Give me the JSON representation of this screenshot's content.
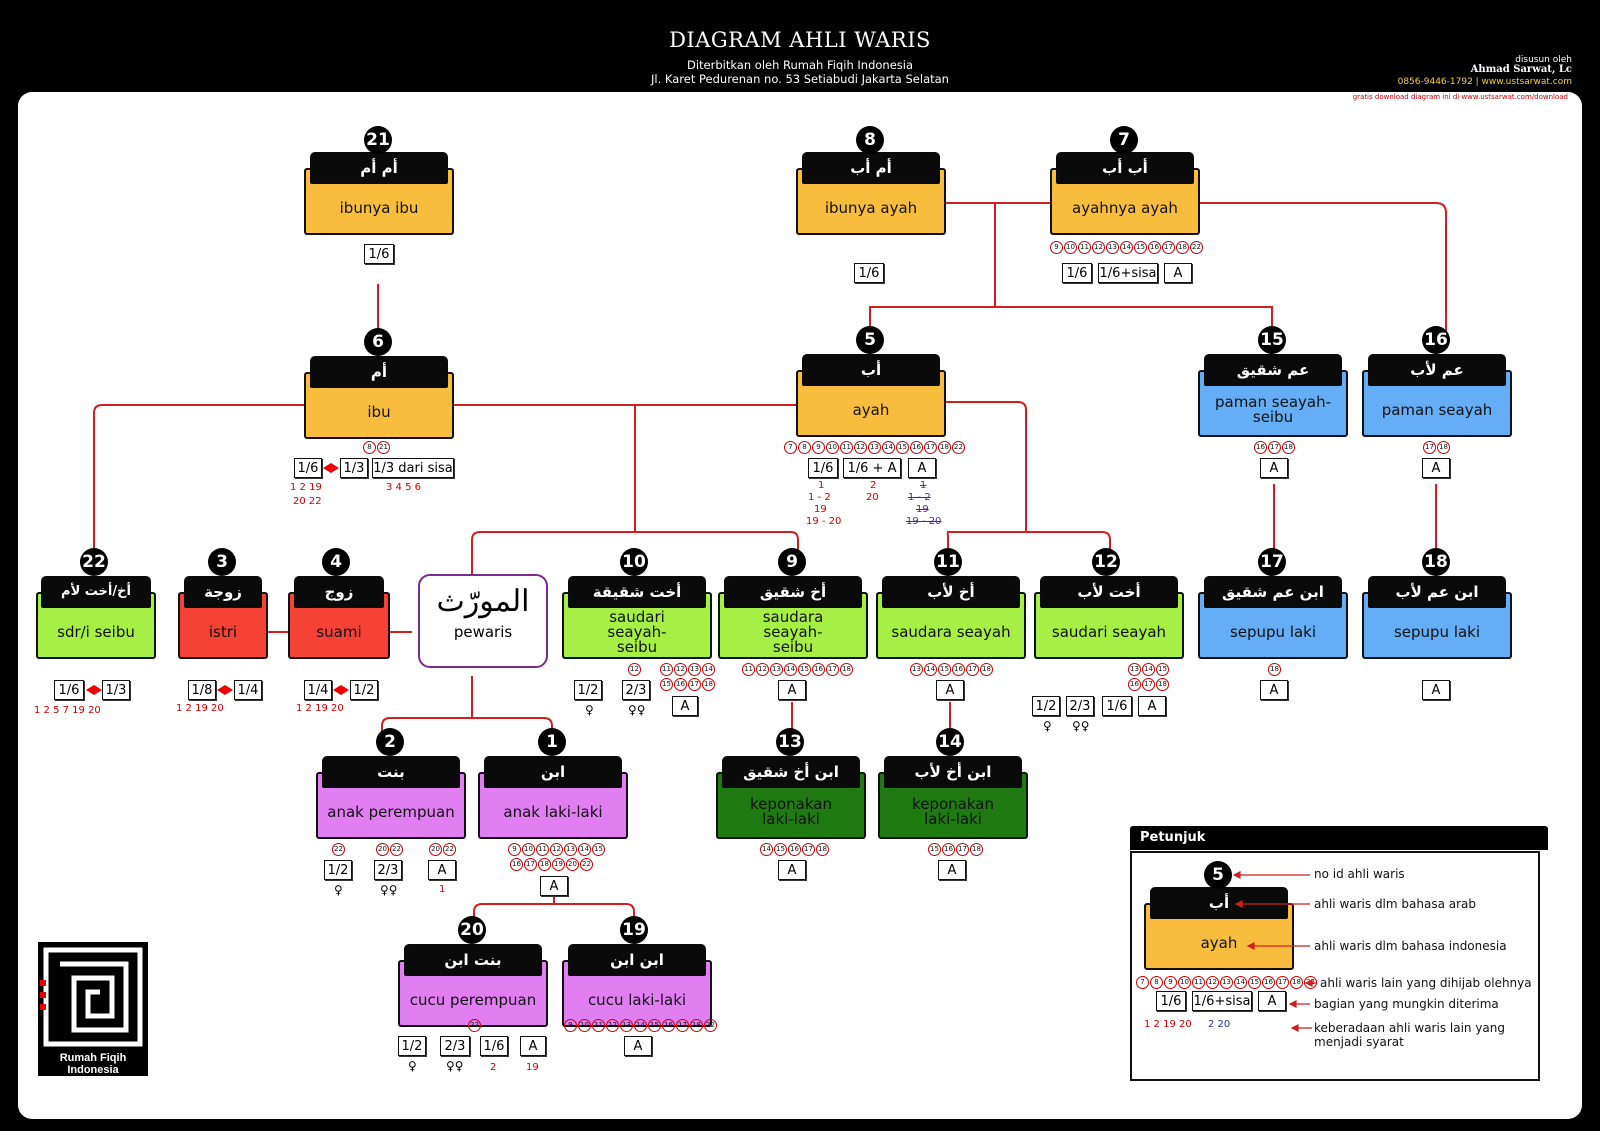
{
  "header": {
    "title": "DIAGRAM AHLI WARIS",
    "publisher": "Diterbitkan oleh  Rumah Fiqih Indonesia",
    "address": "Jl. Karet Pedurenan no. 53 Setiabudi Jakarta Selatan",
    "compiled_by": "disusun oleh",
    "author": "Ahmad Sarwat, Lc",
    "contact": "0856-9446-1792 | www.ustsarwat.com",
    "download": "gratis download diagram ini di www.ustsarwat.com/download"
  },
  "colors": {
    "orange": "#f9bd3d",
    "blue": "#64aef7",
    "green": "#a6ef45",
    "red": "#f54236",
    "violet": "#e07ef2",
    "dark_green": "#1f7a12",
    "line": "#d11f1f"
  },
  "center": {
    "arabic": "المورّث",
    "label": "pewaris"
  },
  "heirs": [
    {
      "id": "21",
      "arabic": "أم أم",
      "label": "ibunya ibu",
      "color": "orange"
    },
    {
      "id": "8",
      "arabic": "أم أب",
      "label": "ibunya ayah",
      "color": "orange"
    },
    {
      "id": "7",
      "arabic": "أب أب",
      "label": "ayahnya ayah",
      "color": "orange"
    },
    {
      "id": "6",
      "arabic": "أم",
      "label": "ibu",
      "color": "orange"
    },
    {
      "id": "5",
      "arabic": "أب",
      "label": "ayah",
      "color": "orange"
    },
    {
      "id": "15",
      "arabic": "عم شقيق",
      "label": "paman seayah-seibu",
      "color": "blue"
    },
    {
      "id": "16",
      "arabic": "عم لأب",
      "label": "paman seayah",
      "color": "blue"
    },
    {
      "id": "22",
      "arabic": "أخ/أخت لأم",
      "label": "sdr/i seibu",
      "color": "green"
    },
    {
      "id": "3",
      "arabic": "زوجة",
      "label": "istri",
      "color": "red"
    },
    {
      "id": "4",
      "arabic": "زوج",
      "label": "suami",
      "color": "red"
    },
    {
      "id": "10",
      "arabic": "أخت شقيقة",
      "label": "saudari seayah-seibu",
      "color": "green"
    },
    {
      "id": "9",
      "arabic": "أخ شقيق",
      "label": "saudara seayah-seibu",
      "color": "green"
    },
    {
      "id": "11",
      "arabic": "أخ لأب",
      "label": "saudara seayah",
      "color": "green"
    },
    {
      "id": "12",
      "arabic": "أخت لأب",
      "label": "saudari seayah",
      "color": "green"
    },
    {
      "id": "17",
      "arabic": "ابن عم شقيق",
      "label": "sepupu laki",
      "color": "blue"
    },
    {
      "id": "18",
      "arabic": "ابن عم لأب",
      "label": "sepupu laki",
      "color": "blue"
    },
    {
      "id": "2",
      "arabic": "بنت",
      "label": "anak perempuan",
      "color": "violet"
    },
    {
      "id": "1",
      "arabic": "ابن",
      "label": "anak laki-laki",
      "color": "violet"
    },
    {
      "id": "13",
      "arabic": "ابن أخ شقيق",
      "label": "keponakan laki-laki",
      "color": "dark_green"
    },
    {
      "id": "14",
      "arabic": "ابن أخ لأب",
      "label": "keponakan laki-laki",
      "color": "dark_green"
    },
    {
      "id": "20",
      "arabic": "بنت ابن",
      "label": "cucu perempuan",
      "color": "violet"
    },
    {
      "id": "19",
      "arabic": "ابن ابن",
      "label": "cucu laki-laki",
      "color": "violet"
    }
  ],
  "shares": {
    "s21": [
      "1/6"
    ],
    "s8": [
      "1/6"
    ],
    "s7": [
      "1/6",
      "1/6+sisa",
      "A"
    ],
    "s6": [
      "1/6",
      "1/3",
      "1/3 dari sisa"
    ],
    "s5": [
      "1/6",
      "1/6 + A",
      "A"
    ],
    "s15": [
      "A"
    ],
    "s16": [
      "A"
    ],
    "s22": [
      "1/6",
      "1/3"
    ],
    "s3": [
      "1/8",
      "1/4"
    ],
    "s4": [
      "1/4",
      "1/2"
    ],
    "s10": [
      "1/2",
      "2/3",
      "A"
    ],
    "s9": [
      "A"
    ],
    "s11": [
      "A"
    ],
    "s12": [
      "1/2",
      "2/3",
      "1/6",
      "A"
    ],
    "s17": [
      "A"
    ],
    "s18": [
      "A"
    ],
    "s2": [
      "1/2",
      "2/3",
      "A"
    ],
    "s1": [
      "A"
    ],
    "s13": [
      "A"
    ],
    "s14": [
      "A"
    ],
    "s20": [
      "1/2",
      "2/3",
      "1/6",
      "A"
    ],
    "s19": [
      "A"
    ]
  },
  "blocked": {
    "b7": [
      "9",
      "10",
      "11",
      "12",
      "13",
      "14",
      "15",
      "16",
      "17",
      "18",
      "22"
    ],
    "b6": [
      "8",
      "21"
    ],
    "b5": [
      "7",
      "8",
      "9",
      "10",
      "11",
      "12",
      "13",
      "14",
      "15",
      "16",
      "17",
      "18",
      "22"
    ],
    "b15": [
      "16",
      "17",
      "18"
    ],
    "b16": [
      "17",
      "18"
    ],
    "b10a": [
      "12"
    ],
    "b10b": [
      "11",
      "12",
      "13",
      "14"
    ],
    "b10c": [
      "15",
      "16",
      "17",
      "18"
    ],
    "b9": [
      "11",
      "12",
      "13",
      "14",
      "15",
      "16",
      "17",
      "18"
    ],
    "b11": [
      "13",
      "14",
      "15",
      "16",
      "17",
      "18"
    ],
    "b12a": [
      "13",
      "14",
      "15"
    ],
    "b12b": [
      "16",
      "17",
      "18"
    ],
    "b17": [
      "18"
    ],
    "b2a": [
      "22"
    ],
    "b2b": [
      "20",
      "22"
    ],
    "b2c": [
      "20",
      "22"
    ],
    "b1a": [
      "9",
      "10",
      "11",
      "12",
      "13",
      "14",
      "15"
    ],
    "b1b": [
      "16",
      "17",
      "18",
      "19",
      "20",
      "22"
    ],
    "b13": [
      "14",
      "15",
      "16",
      "17",
      "18"
    ],
    "b14": [
      "15",
      "16",
      "17",
      "18"
    ],
    "b20": [
      "22"
    ],
    "b19": [
      "9",
      "10",
      "11",
      "12",
      "13",
      "14",
      "15",
      "16",
      "17",
      "18",
      "22"
    ],
    "legend": [
      "7",
      "8",
      "9",
      "10",
      "11",
      "12",
      "13",
      "14",
      "15",
      "16",
      "17",
      "18",
      "22"
    ]
  },
  "conditions": {
    "c6a": "1 2 19",
    "c6b": "20 22",
    "c6c": "3  4   5  6",
    "c5a": "1",
    "c5b": "1  -  2",
    "c5c": "19",
    "c5d": "19 - 20",
    "c5e": "2",
    "c5f": "20",
    "c5g": "1",
    "c5h": "1  -  2",
    "c5i": "19",
    "c5j": "19 - 20",
    "c22": "1 2 5 7 19 20",
    "c3": "1 2 19 20",
    "c4": "1 2 19 20",
    "c2": "1",
    "c20a": "2",
    "c20b": "19",
    "legend_a": "1 2 19 20",
    "legend_b": "2 20"
  },
  "legend": {
    "title": "Petunjuk",
    "id": "5",
    "arabic": "أب",
    "label": "ayah",
    "shares": [
      "1/6",
      "1/6+sisa",
      "A"
    ],
    "notes": [
      "no id ahli waris",
      "ahli waris dlm bahasa arab",
      "ahli waris dlm bahasa indonesia",
      "ahli waris lain yang dihijab olehnya",
      "bagian yang mungkin diterima",
      "keberadaan ahli waris lain yang",
      "menjadi syarat"
    ]
  },
  "logo": {
    "caption": "Rumah Fiqih Indonesia"
  }
}
